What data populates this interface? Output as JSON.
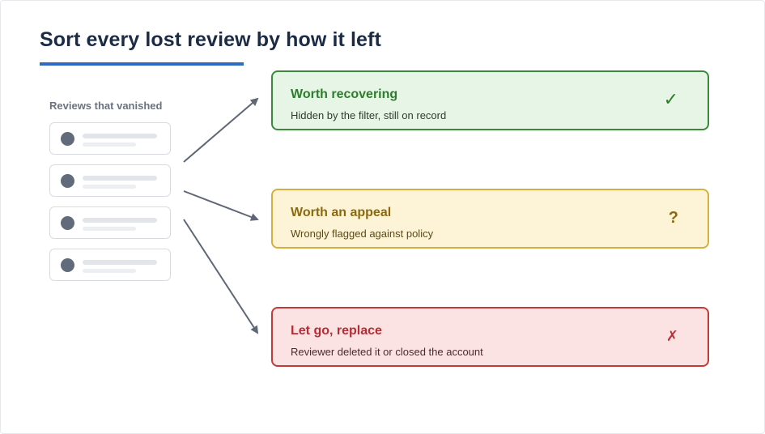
{
  "header": {
    "title": "Sort every lost review by how it left"
  },
  "reviews_list": {
    "heading": "Reviews that vanished",
    "card_count": 4
  },
  "outcomes": [
    {
      "title": "Worth recovering",
      "description": "Hidden by the filter, still on record",
      "icon": "✓",
      "icon_name": "check-icon",
      "color": "#2d7d2d"
    },
    {
      "title": "Worth an appeal",
      "description": "Wrongly flagged against policy",
      "icon": "?",
      "icon_name": "question-icon",
      "color": "#8a6a10"
    },
    {
      "title": "Let go, replace",
      "description": "Reviewer deleted it or closed the account",
      "icon": "✗",
      "icon_name": "cross-icon",
      "color": "#c0303a"
    }
  ],
  "colors": {
    "accent": "#2f6bc5",
    "arrow": "#5f6675"
  }
}
